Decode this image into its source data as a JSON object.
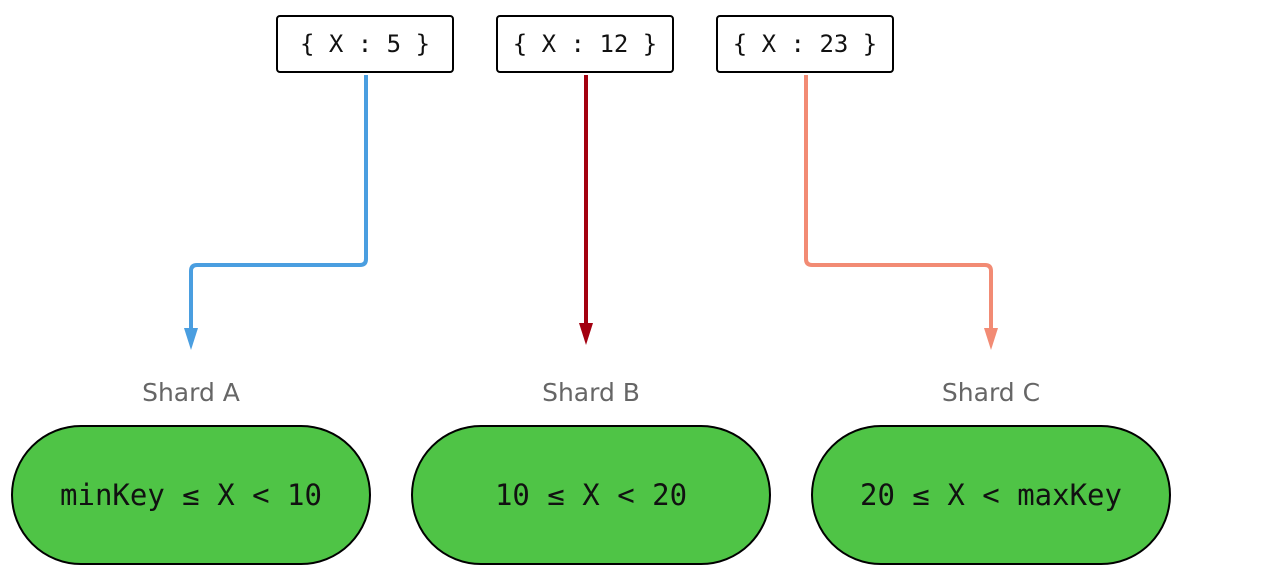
{
  "documents": [
    {
      "text": "{ X : 5 }"
    },
    {
      "text": "{ X : 12 }"
    },
    {
      "text": "{ X : 23 }"
    }
  ],
  "shards": [
    {
      "label": "Shard A",
      "range_left": "minKey ",
      "range_op": "≤",
      "range_right": " X < 10"
    },
    {
      "label": "Shard B",
      "range_left": "10 ",
      "range_op": "≤",
      "range_right": " X < 20"
    },
    {
      "label": "Shard C",
      "range_left": "20 ",
      "range_op": "≤",
      "range_right": " X < maxKey"
    }
  ],
  "colors": {
    "shard_fill": "#4fc446",
    "arrow_a": "#4a9ee0",
    "arrow_b": "#a30010",
    "arrow_c": "#f28b74",
    "label_text": "#666666"
  }
}
